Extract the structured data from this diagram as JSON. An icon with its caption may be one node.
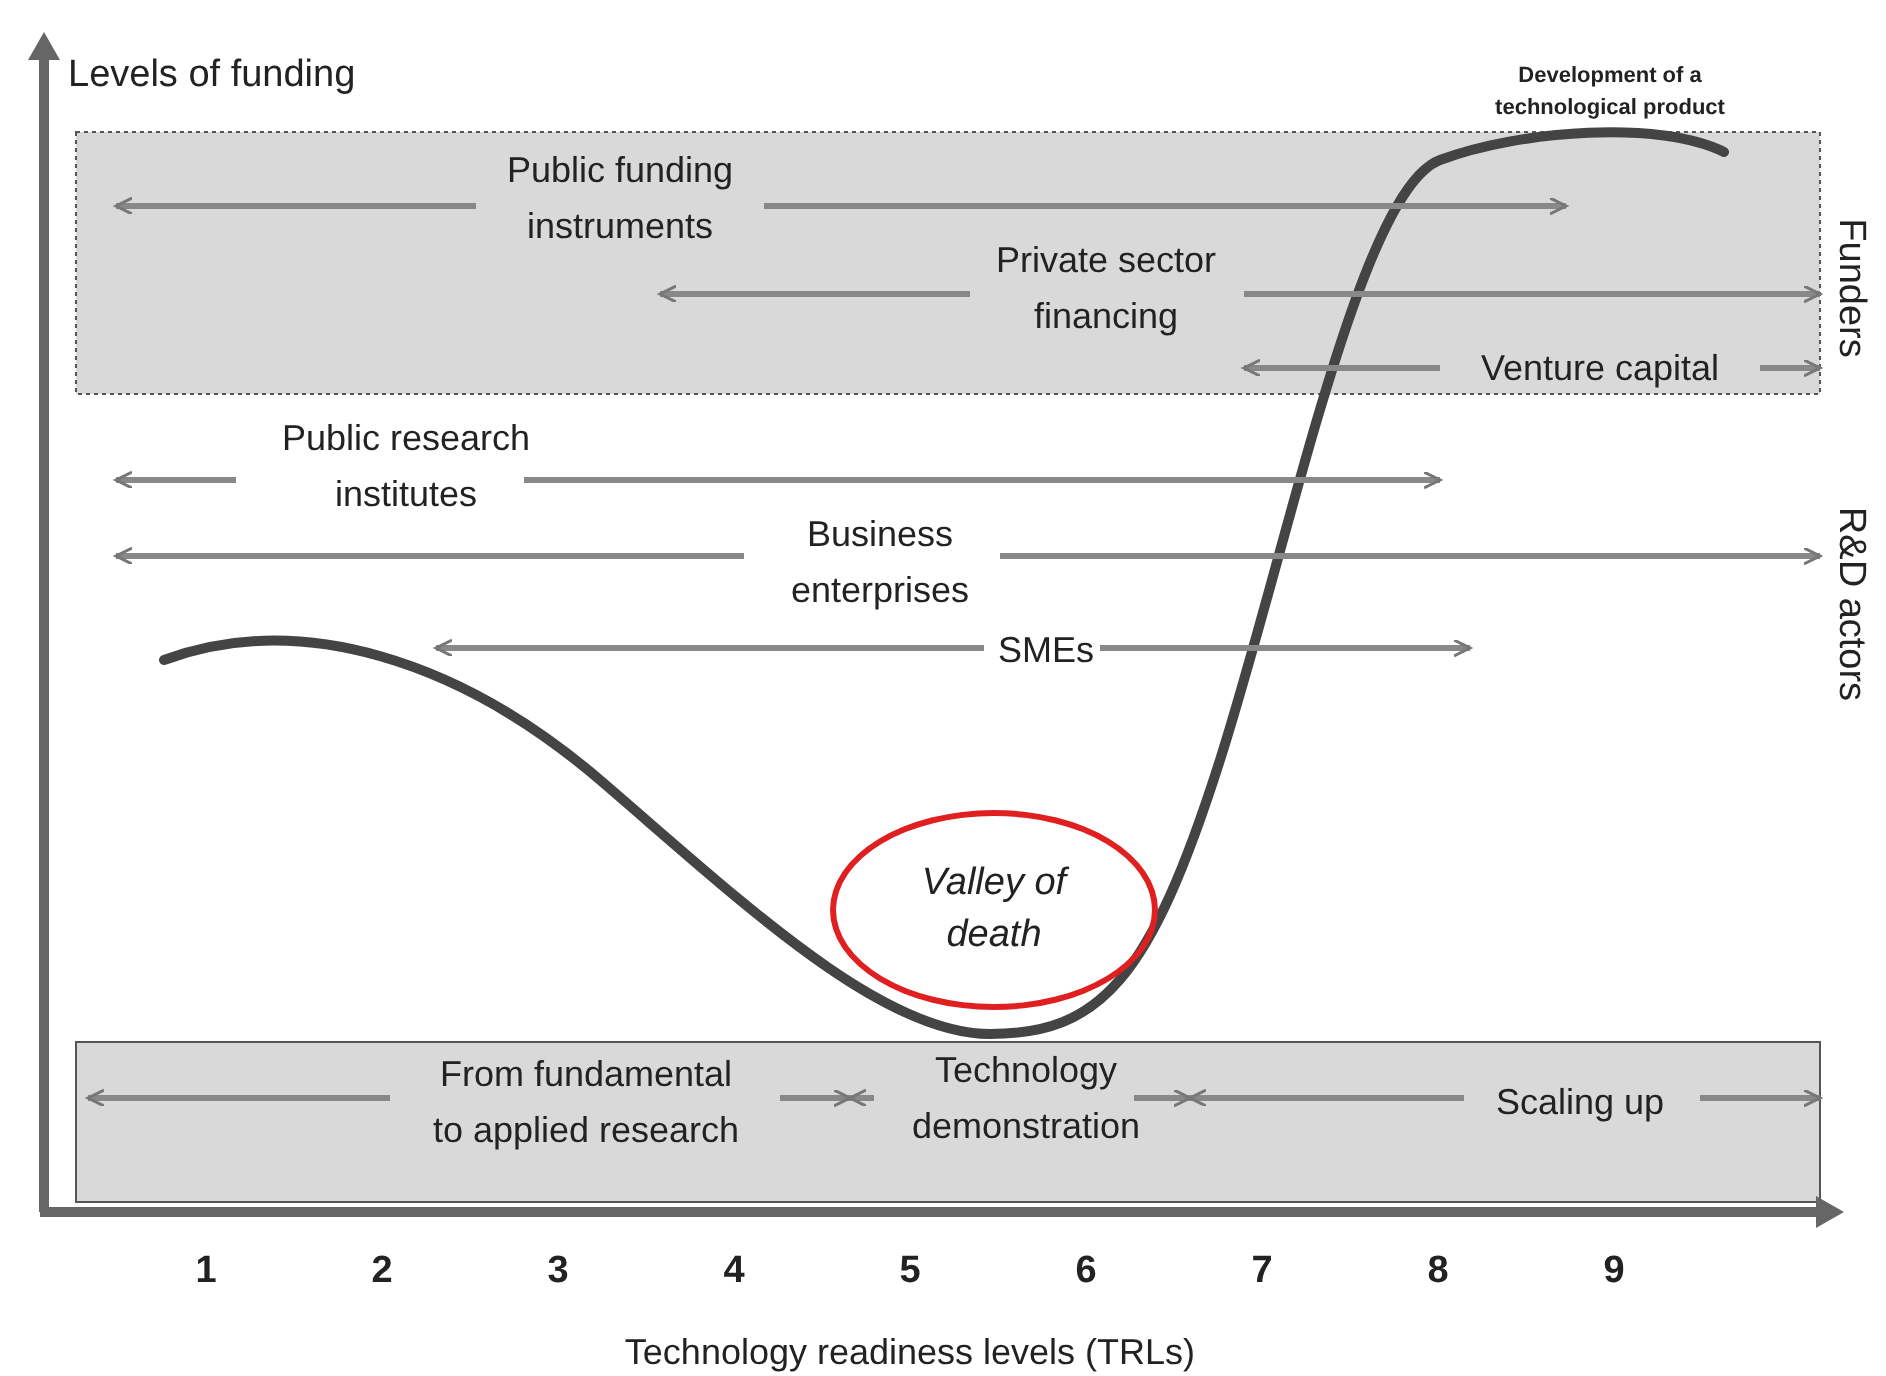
{
  "diagram": {
    "nodes": [
      {
        "text": [
          "Valley of death"
        ]
      }
    ],
    "edges": [],
    "labels": [
      "Levels of funding",
      "Development of a technological product",
      "Public funding instruments",
      "Private sector financing",
      "Venture capital",
      "Funders",
      "Public research institutes",
      "R&D actors",
      "Business enterprises",
      "SMEs",
      "From fundamental to applied research",
      "Technology demonstration",
      "Scaling up",
      "1",
      "2",
      "3",
      "4",
      "5",
      "6",
      "7",
      "8",
      "9",
      "Technology readiness levels (TRLs)"
    ]
  }
}
